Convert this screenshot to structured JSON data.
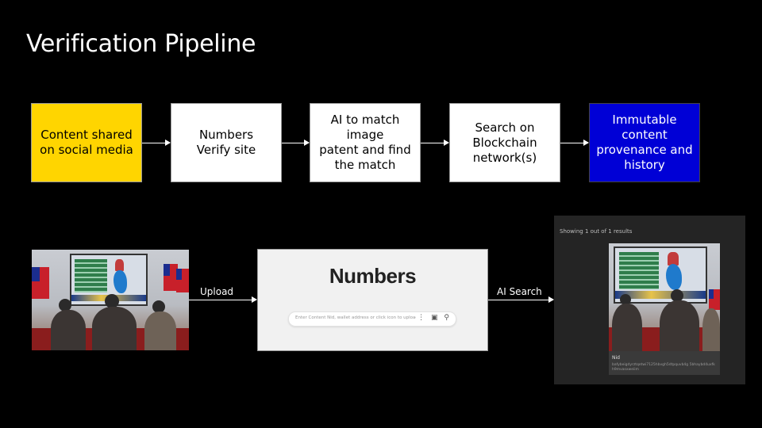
{
  "title": "Verification Pipeline",
  "flow": [
    {
      "lines": [
        "Content shared",
        "on social media"
      ],
      "color": "#ffd500"
    },
    {
      "lines": [
        "Numbers",
        "Verify site"
      ],
      "color": "#ffffff"
    },
    {
      "lines": [
        "AI to match image",
        "patent and find",
        "the match"
      ],
      "color": "#ffffff"
    },
    {
      "lines": [
        "Search on",
        "Blockchain",
        "network(s)"
      ],
      "color": "#ffffff"
    },
    {
      "lines": [
        "Immutable",
        "content",
        "provenance and",
        "history"
      ],
      "color": "#0000d6"
    }
  ],
  "steps": {
    "upload_label": "Upload",
    "ai_search_label": "AI Search"
  },
  "numbers_site": {
    "logo": "Numbers",
    "search_placeholder": "Enter Content Nid, wallet address or click icon to upload a ph",
    "icons": [
      "more-icon",
      "camera-icon",
      "search-icon"
    ]
  },
  "results": {
    "showing": "Showing 1 out of  1 results",
    "card_title": "Nid",
    "card_hash": "bafybeigdyrztqetwi7125hbvgh5dtpquvb4g 5bhaybd4uxfkh9mvasxweiim"
  }
}
